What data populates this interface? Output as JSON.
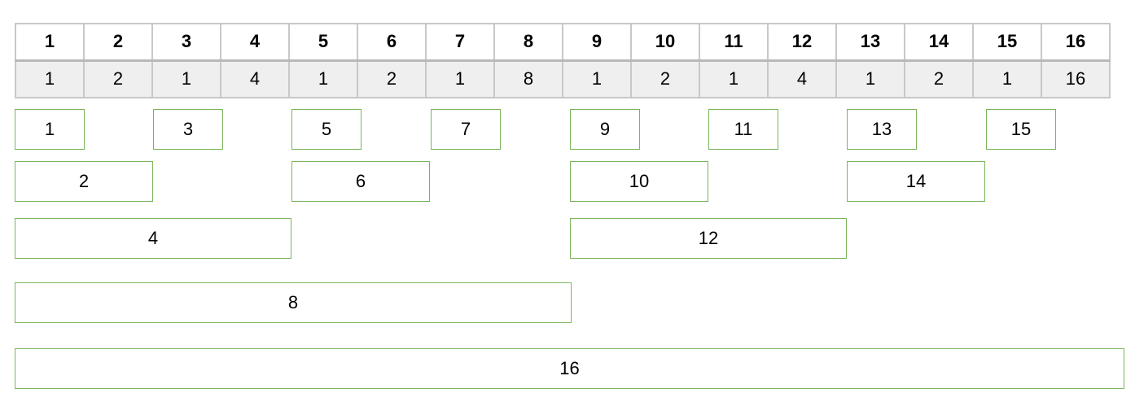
{
  "header": {
    "indices": [
      "1",
      "2",
      "3",
      "4",
      "5",
      "6",
      "7",
      "8",
      "9",
      "10",
      "11",
      "12",
      "13",
      "14",
      "15",
      "16"
    ],
    "values": [
      "1",
      "2",
      "1",
      "4",
      "1",
      "2",
      "1",
      "8",
      "1",
      "2",
      "1",
      "4",
      "1",
      "2",
      "1",
      "16"
    ]
  },
  "ranges": {
    "level1": [
      "1",
      "3",
      "5",
      "7",
      "9",
      "11",
      "13",
      "15"
    ],
    "level2": [
      "2",
      "6",
      "10",
      "14"
    ],
    "level3": [
      "4",
      "12"
    ],
    "level4": [
      "8"
    ],
    "level5": [
      "16"
    ]
  },
  "colors": {
    "box_border": "#7ab55c",
    "header_border": "#c8c8c8",
    "value_row_bg": "#efefef"
  }
}
